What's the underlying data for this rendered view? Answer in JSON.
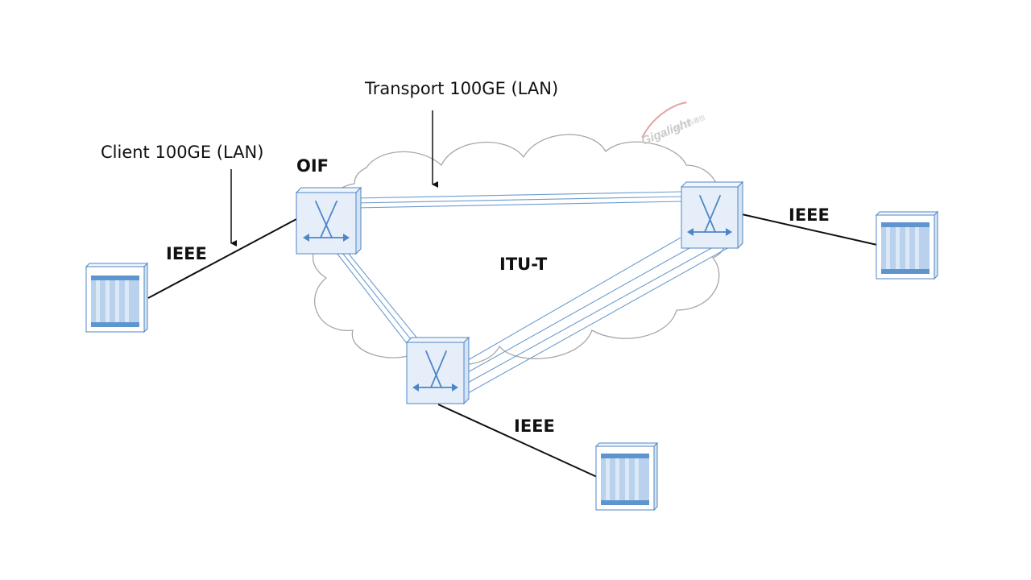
{
  "labels": {
    "transport": "Transport 100GE (LAN)",
    "client": "Client 100GE (LAN)",
    "oif": "OIF",
    "itut": "ITU-T",
    "ieee_left": "IEEE",
    "ieee_right": "IEEE",
    "ieee_bottom": "IEEE"
  },
  "watermark": {
    "brand": "Gigalight",
    "sub": "易飞扬通信"
  },
  "colors": {
    "link_blue": "#5b8fc7",
    "device_fill": "#e6eff9",
    "device_edge": "#4f86c6",
    "cloud_stroke": "#a7a7a7",
    "black_line": "#111111"
  },
  "icons": {
    "router": "optical-cross-connect-icon",
    "terminal": "rack-server-icon"
  }
}
